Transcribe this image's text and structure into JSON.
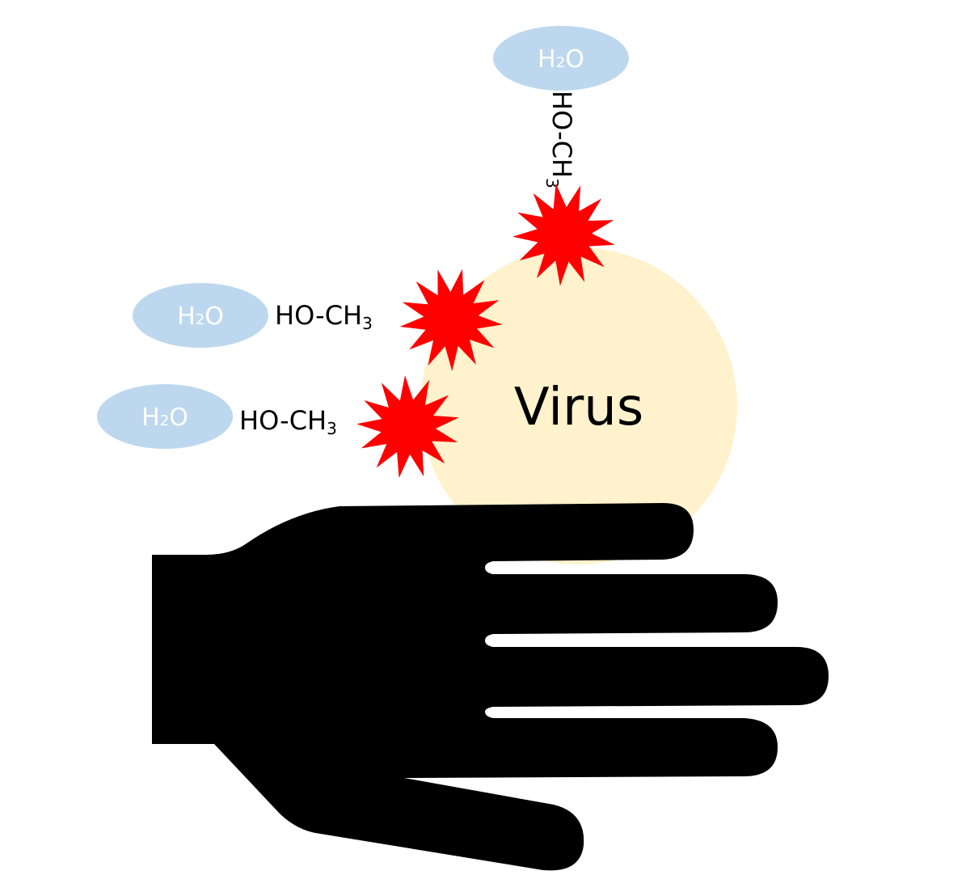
{
  "colors": {
    "water": "#bdd7ee",
    "water_text": "#ffffff",
    "virus_fill": "#fff2cc",
    "burst": "#ff0000",
    "hand": "#000000",
    "text": "#000000"
  },
  "virus": {
    "label": "Virus"
  },
  "molecules": [
    {
      "water": {
        "base": "H",
        "sub": "2",
        "tail": "O"
      },
      "methanol": {
        "base": "HO-CH",
        "sub": "3"
      },
      "orientation": "vertical"
    },
    {
      "water": {
        "base": "H",
        "sub": "2",
        "tail": "O"
      },
      "methanol": {
        "base": "HO-CH",
        "sub": "3"
      },
      "orientation": "horizontal"
    },
    {
      "water": {
        "base": "H",
        "sub": "2",
        "tail": "O"
      },
      "methanol": {
        "base": "HO-CH",
        "sub": "3"
      },
      "orientation": "horizontal"
    }
  ],
  "icons": {
    "hand": "hand-icon",
    "burst": "burst-icon"
  }
}
